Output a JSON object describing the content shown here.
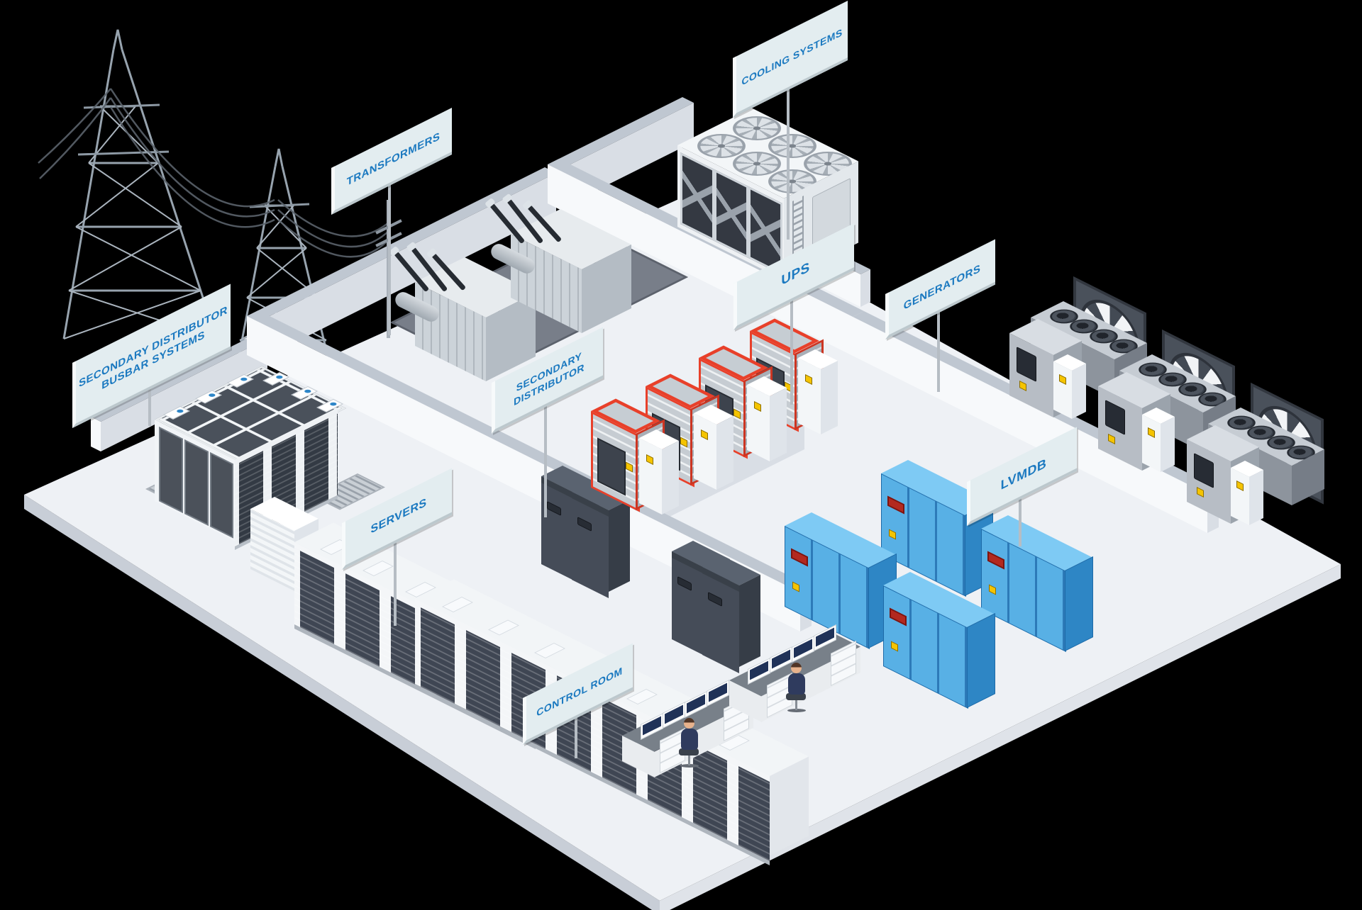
{
  "scene": {
    "description": "Isometric data center infrastructure map with labeled equipment zones",
    "background_color": "#000000"
  },
  "colors": {
    "floor": "#eef1f5",
    "wall_top": "#bfc7d1",
    "wall_face": "#f7f9fb",
    "sign_background": "#e3edf0",
    "sign_text": "#1b79c0",
    "ups_rack_red": "#e8402a",
    "lvmdb_blue": "#58b0e5",
    "equipment_dark": "#454c58",
    "warning_yellow": "#f5c400"
  },
  "signs": [
    {
      "id": "busbar",
      "lines": [
        "SECONDARY DISTRIBUTOR",
        "BUSBAR SYSTEMS"
      ]
    },
    {
      "id": "transformers",
      "lines": [
        "TRANSFORMERS"
      ]
    },
    {
      "id": "cooling",
      "lines": [
        "COOLING SYSTEMS"
      ]
    },
    {
      "id": "ups",
      "lines": [
        "UPS"
      ]
    },
    {
      "id": "generators",
      "lines": [
        "GENERATORS"
      ]
    },
    {
      "id": "secondary_distributor",
      "lines": [
        "SECONDARY",
        "DISTRIBUTOR"
      ]
    },
    {
      "id": "servers",
      "lines": [
        "SERVERS"
      ]
    },
    {
      "id": "lvmdb",
      "lines": [
        "LVMDB"
      ]
    },
    {
      "id": "control_room",
      "lines": [
        "CONTROL ROOM"
      ]
    }
  ],
  "equipment": [
    {
      "name": "transmission-tower",
      "count": 2
    },
    {
      "name": "transformer",
      "count": 2
    },
    {
      "name": "cooling-unit",
      "count": 1
    },
    {
      "name": "ups-battery-rack",
      "count": 4
    },
    {
      "name": "generator",
      "count": 3
    },
    {
      "name": "lvmdb-cabinet",
      "count": 4
    },
    {
      "name": "server-rack-row",
      "count": 2
    },
    {
      "name": "distribution-cabinet",
      "count": 4
    },
    {
      "name": "busbar-room",
      "count": 1
    },
    {
      "name": "control-desk",
      "count": 2
    },
    {
      "name": "operator",
      "count": 2
    }
  ]
}
